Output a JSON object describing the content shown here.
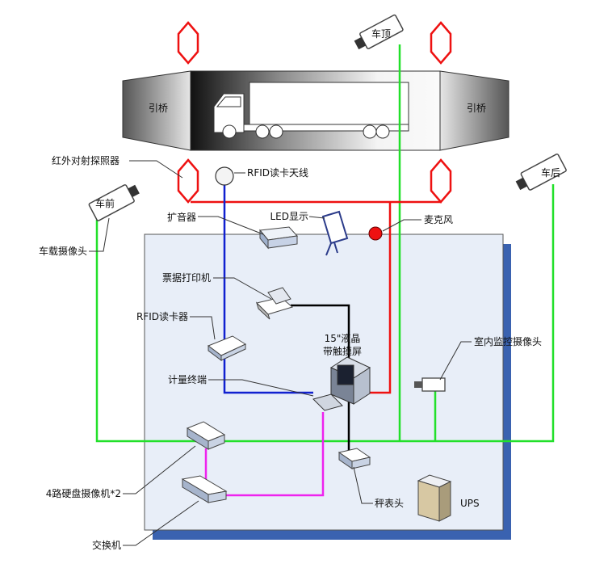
{
  "labels": {
    "bridge_left": "引桥",
    "bridge_right": "引桥",
    "cam_roof": "车顶",
    "cam_front": "车前",
    "cam_rear": "车后",
    "infrared": "红外对射探照器",
    "rfid_antenna": "RFID读卡天线",
    "amplifier": "扩音器",
    "led_display": "LED显示",
    "microphone": "麦克风",
    "vehicle_camera": "车载摄像头",
    "receipt_printer": "票据打印机",
    "rfid_reader": "RFID读卡器",
    "lcd_line1": "15\"液晶",
    "lcd_line2": "带触摸屏",
    "terminal": "计量终端",
    "indoor_camera": "室内监控摄像头",
    "dvr": "4路硬盘摄像机*2",
    "switch": "交换机",
    "scale_head": "秤表头",
    "ups": "UPS"
  },
  "colors": {
    "green": "#22e02a",
    "red": "#ee1111",
    "blue": "#1020d0",
    "magenta": "#ee22ee",
    "black": "#000000",
    "room_fill": "#e8eef8",
    "room_shadow": "#3a62b0"
  },
  "icons": [
    "camera-icon",
    "hexagon-sensor-icon",
    "antenna-icon",
    "speaker-icon",
    "led-board-icon",
    "microphone-icon",
    "printer-icon",
    "card-reader-icon",
    "computer-icon",
    "keyboard-icon",
    "dvr-icon",
    "switch-icon",
    "scale-head-icon",
    "ups-icon",
    "truck-icon"
  ]
}
